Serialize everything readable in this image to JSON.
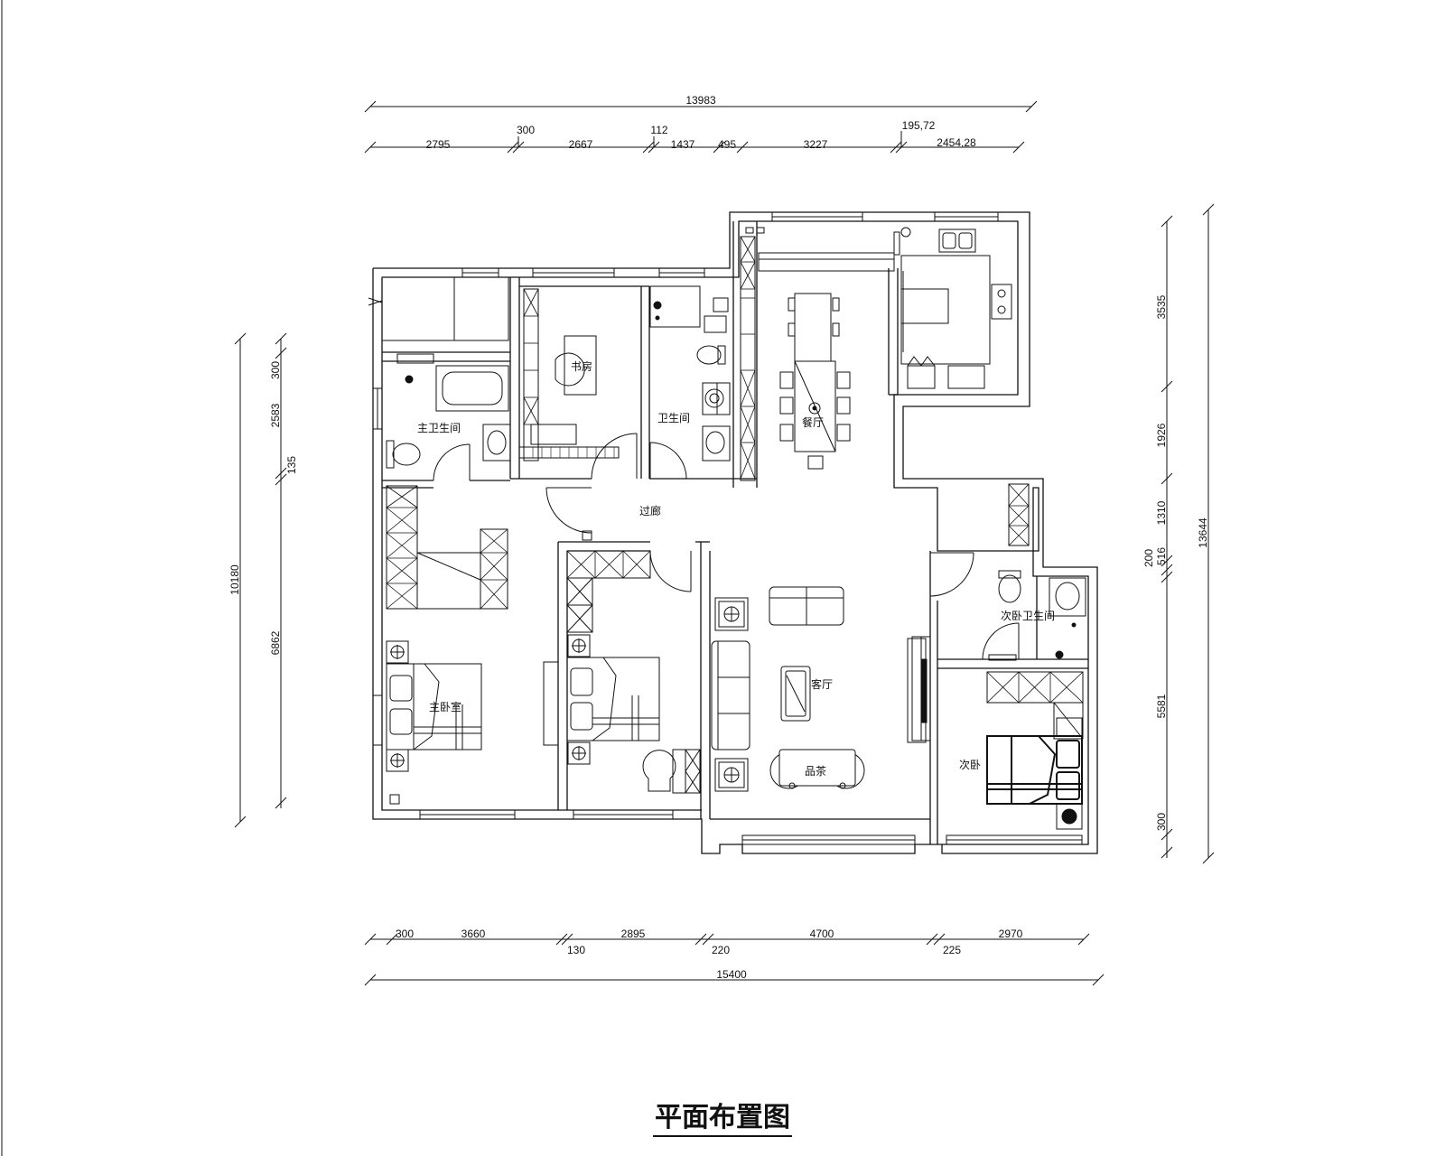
{
  "title": "平面布置图",
  "colors": {
    "line": "#111111",
    "background": "#ffffff"
  },
  "dimensions": {
    "top_overall": "13983",
    "top": [
      "2795",
      "300",
      "2667",
      "112",
      "1437",
      "495",
      "3227",
      "195,72",
      "2454,28"
    ],
    "bottom": [
      "300",
      "3660",
      "130",
      "2895",
      "220",
      "4700",
      "225",
      "2970"
    ],
    "bottom_overall": "15400",
    "left_outer": "10180",
    "left_inner": [
      "300",
      "2583",
      "135",
      "6862"
    ],
    "right": [
      "3535",
      "1926",
      "1310",
      "200",
      "516",
      "5581",
      "300"
    ],
    "right_overall": "13644"
  },
  "rooms": {
    "master_bath": "主卫生间",
    "study": "书房",
    "bathroom": "卫生间",
    "dining": "餐厅",
    "corridor": "过廊",
    "living": "客厅",
    "master_bedroom": "主卧室",
    "guest_bath": "次卧卫生间",
    "guest_bedroom": "次卧",
    "tea_table": "品茶"
  }
}
